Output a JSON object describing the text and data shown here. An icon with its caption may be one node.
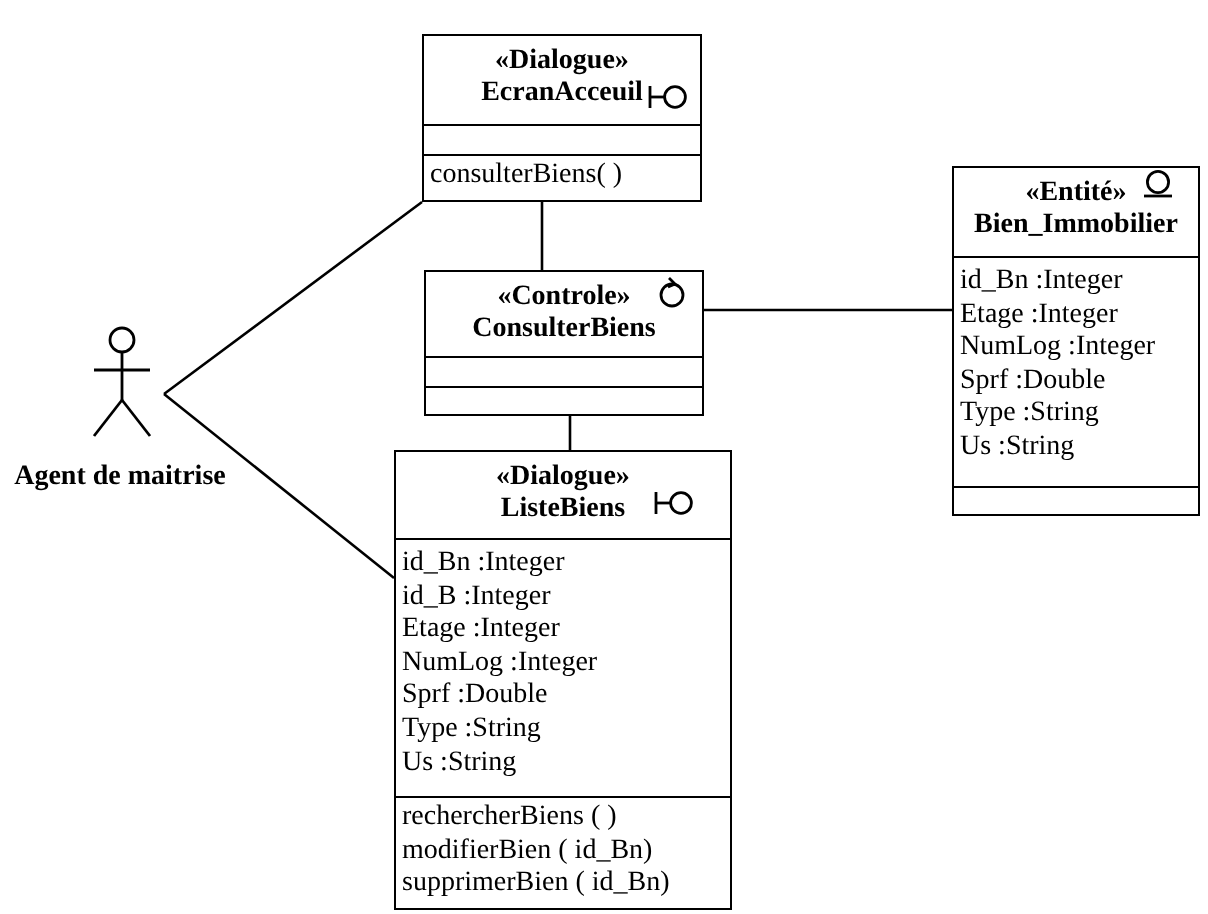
{
  "diagram": {
    "nodes": [
      {
        "text": [],
        "shape": "person",
        "beside": [
          "Agent de maitrise"
        ]
      },
      {
        "text": [
          "«Dialogue»",
          "EcranAcceuil",
          "consulterBiens( )"
        ]
      },
      {
        "text": [
          "«Controle»",
          "ConsulterBiens"
        ]
      },
      {
        "text": [
          "«Dialogue»",
          "ListeBiens",
          "id_Bn :Integer",
          "id_B :Integer",
          "Etage :Integer",
          "NumLog :Integer",
          "Sprf :Double",
          "Type :String",
          "Us :String",
          "rechercherBiens ( )",
          "modifierBien ( id_Bn)",
          "supprimerBien ( id_Bn)"
        ]
      },
      {
        "text": [
          "«Entité»",
          "Bien_Immobilier",
          "id_Bn :Integer",
          "Etage :Integer",
          "NumLog :Integer",
          "Sprf :Double",
          "Type :String",
          "Us :String"
        ]
      }
    ],
    "edges": [
      {
        "from": 0,
        "to": 1,
        "arrow": "none"
      },
      {
        "from": 1,
        "to": 2,
        "arrow": "none"
      },
      {
        "from": 2,
        "to": 4,
        "arrow": "none"
      },
      {
        "from": 2,
        "to": 3,
        "arrow": "none"
      },
      {
        "from": 0,
        "to": 3,
        "arrow": "none"
      }
    ]
  }
}
